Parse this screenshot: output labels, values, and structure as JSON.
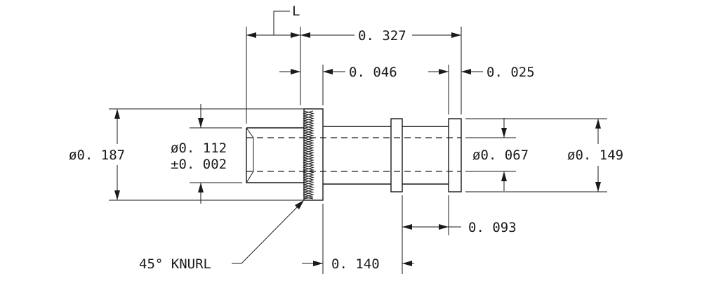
{
  "labels": {
    "length_ref": "L",
    "overall_length": "0. 327",
    "groove_width": "0. 046",
    "flange_width": "0. 025",
    "head_diameter": "ø0. 187",
    "bore_diameter": "ø0. 112",
    "bore_tolerance": "±0. 002",
    "shank_diameter": "ø0. 067",
    "flange_diameter": "ø0. 149",
    "flange_spacing": "0. 093",
    "collar_offset": "0. 140",
    "knurl_note": "45° KNURL"
  },
  "colors": {
    "line": "#1a1a1a",
    "background": "#ffffff"
  }
}
